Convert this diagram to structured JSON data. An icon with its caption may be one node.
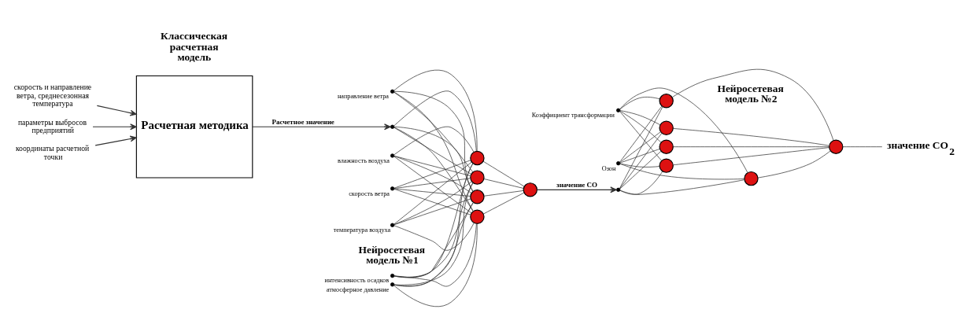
{
  "diagram": {
    "nodes": [
      {
        "text": [
          "скорость и направление ветра, среднесезонная температура"
        ]
      },
      {
        "text": [
          "параметры выбросов предприятий"
        ]
      },
      {
        "text": [
          "координаты расчетной точки"
        ]
      },
      {
        "text": [
          "Расчетная методика"
        ]
      },
      {
        "text": [],
        "shape": "circle",
        "beside": [
          "атмосферное давление"
        ]
      },
      {
        "text": [],
        "shape": "circle",
        "beside": [
          "интенсивность осадков"
        ]
      },
      {
        "text": [],
        "shape": "circle",
        "beside": [
          "направление ветра"
        ]
      },
      {
        "text": [],
        "shape": "circle",
        "beside": [
          "влажность воздуха"
        ]
      },
      {
        "text": [],
        "shape": "circle",
        "beside": [
          "скорость ветра"
        ]
      },
      {
        "text": [],
        "shape": "circle",
        "beside": [
          "температура воздуха"
        ]
      },
      {
        "text": [],
        "shape": "circle"
      },
      {
        "text": [],
        "shape": "circle"
      },
      {
        "text": [],
        "shape": "circle"
      },
      {
        "text": [],
        "shape": "circle"
      },
      {
        "text": [],
        "shape": "circle"
      },
      {
        "text": [],
        "shape": "circle"
      },
      {
        "text": [],
        "shape": "circle",
        "beside": [
          "Коэффициент трансформации"
        ]
      },
      {
        "text": [],
        "shape": "circle",
        "beside": [
          "Озон"
        ]
      },
      {
        "text": [],
        "shape": "circle"
      },
      {
        "text": [],
        "shape": "circle"
      },
      {
        "text": [],
        "shape": "circle"
      },
      {
        "text": [],
        "shape": "circle"
      },
      {
        "text": [],
        "shape": "circle"
      },
      {
        "text": [],
        "shape": "circle"
      },
      {
        "text": [],
        "shape": "circle"
      },
      {
        "text": [
          "значение CO$_{2}$"
        ]
      }
    ],
    "edges": [
      {
        "from": 0,
        "to": 3,
        "arrow": "to"
      },
      {
        "from": 1,
        "to": 3,
        "arrow": "to"
      },
      {
        "from": 2,
        "to": 3,
        "arrow": "to"
      },
      {
        "from": 3,
        "to": 10,
        "arrow": "to",
        "label": "Расчетное значение"
      },
      {
        "from": 4,
        "to": 11,
        "arrow": "none"
      },
      {
        "from": 4,
        "to": 12,
        "arrow": "none"
      },
      {
        "from": 4,
        "to": 13,
        "arrow": "none"
      },
      {
        "from": 4,
        "to": 14,
        "arrow": "none"
      },
      {
        "from": 5,
        "to": 11,
        "arrow": "none"
      },
      {
        "from": 5,
        "to": 12,
        "arrow": "none"
      },
      {
        "from": 5,
        "to": 13,
        "arrow": "none"
      },
      {
        "from": 5,
        "to": 14,
        "arrow": "none"
      },
      {
        "from": 6,
        "to": 11,
        "arrow": "none"
      },
      {
        "from": 6,
        "to": 12,
        "arrow": "none"
      },
      {
        "from": 6,
        "to": 13,
        "arrow": "none"
      },
      {
        "from": 6,
        "to": 14,
        "arrow": "none"
      },
      {
        "from": 7,
        "to": 11,
        "arrow": "none"
      },
      {
        "from": 7,
        "to": 12,
        "arrow": "none"
      },
      {
        "from": 7,
        "to": 13,
        "arrow": "none"
      },
      {
        "from": 7,
        "to": 14,
        "arrow": "none"
      },
      {
        "from": 8,
        "to": 11,
        "arrow": "none"
      },
      {
        "from": 8,
        "to": 12,
        "arrow": "none"
      },
      {
        "from": 8,
        "to": 13,
        "arrow": "none"
      },
      {
        "from": 8,
        "to": 14,
        "arrow": "none"
      },
      {
        "from": 9,
        "to": 11,
        "arrow": "none"
      },
      {
        "from": 9,
        "to": 12,
        "arrow": "none"
      },
      {
        "from": 9,
        "to": 13,
        "arrow": "none"
      },
      {
        "from": 9,
        "to": 14,
        "arrow": "none"
      },
      {
        "from": 10,
        "to": 11,
        "arrow": "none"
      },
      {
        "from": 10,
        "to": 12,
        "arrow": "none"
      },
      {
        "from": 10,
        "to": 13,
        "arrow": "none"
      },
      {
        "from": 10,
        "to": 14,
        "arrow": "none"
      },
      {
        "from": 11,
        "to": 15,
        "arrow": "none"
      },
      {
        "from": 12,
        "to": 15,
        "arrow": "none"
      },
      {
        "from": 13,
        "to": 15,
        "arrow": "none"
      },
      {
        "from": 14,
        "to": 15,
        "arrow": "none"
      },
      {
        "from": 15,
        "to": 18,
        "arrow": "to",
        "label": "значение CO"
      },
      {
        "from": 16,
        "to": 19,
        "arrow": "none"
      },
      {
        "from": 16,
        "to": 20,
        "arrow": "none"
      },
      {
        "from": 16,
        "to": 21,
        "arrow": "none"
      },
      {
        "from": 16,
        "to": 22,
        "arrow": "none"
      },
      {
        "from": 16,
        "to": 23,
        "arrow": "none"
      },
      {
        "from": 17,
        "to": 19,
        "arrow": "none"
      },
      {
        "from": 17,
        "to": 20,
        "arrow": "none"
      },
      {
        "from": 17,
        "to": 21,
        "arrow": "none"
      },
      {
        "from": 17,
        "to": 22,
        "arrow": "none"
      },
      {
        "from": 17,
        "to": 23,
        "arrow": "none"
      },
      {
        "from": 18,
        "to": 19,
        "arrow": "none"
      },
      {
        "from": 18,
        "to": 20,
        "arrow": "none"
      },
      {
        "from": 18,
        "to": 21,
        "arrow": "none"
      },
      {
        "from": 18,
        "to": 22,
        "arrow": "none"
      },
      {
        "from": 18,
        "to": 23,
        "arrow": "none"
      },
      {
        "from": 19,
        "to": 24,
        "arrow": "none"
      },
      {
        "from": 20,
        "to": 24,
        "arrow": "none"
      },
      {
        "from": 21,
        "to": 24,
        "arrow": "none"
      },
      {
        "from": 22,
        "to": 24,
        "arrow": "none"
      },
      {
        "from": 23,
        "to": 24,
        "arrow": "none"
      },
      {
        "from": 24,
        "to": 25,
        "arrow": "none"
      }
    ],
    "labels": [
      "Классическая расчетная модель",
      "Нейросетевая модель №1",
      "Нейросетевая модель №2"
    ]
  }
}
